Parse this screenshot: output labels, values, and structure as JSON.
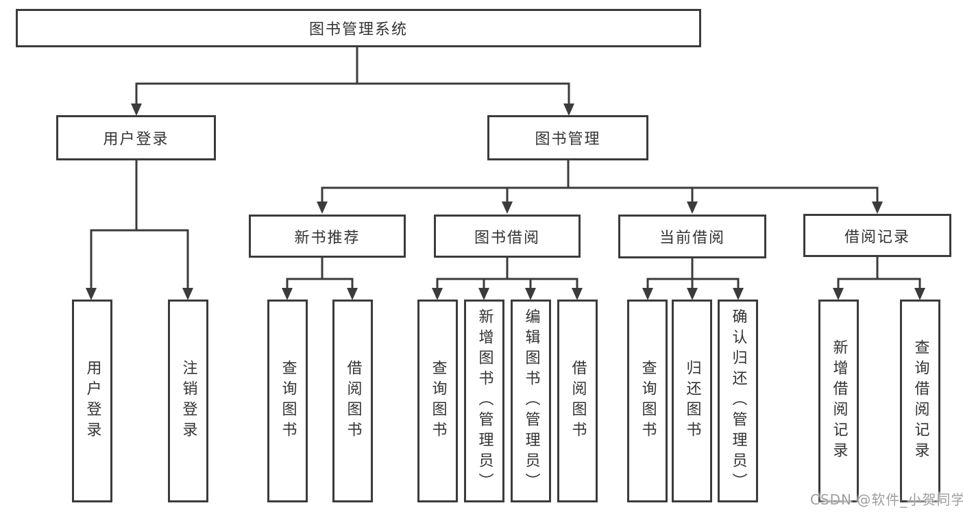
{
  "colors": {
    "line": "#3b3b3b",
    "text": "#333333",
    "watermark": "#9e9e9e",
    "background": "#ffffff"
  },
  "watermark": {
    "text": "CSDN @软件_小贺同学"
  },
  "tree": {
    "label": "图书管理系统",
    "children": [
      {
        "label": "用户登录",
        "children": [
          {
            "label": "用户登录"
          },
          {
            "label": "注销登录"
          }
        ]
      },
      {
        "label": "图书管理",
        "children": [
          {
            "label": "新书推荐",
            "children": [
              {
                "label": "查询图书"
              },
              {
                "label": "借阅图书"
              }
            ]
          },
          {
            "label": "图书借阅",
            "children": [
              {
                "label": "查询图书"
              },
              {
                "label": "新增图书（管理员）"
              },
              {
                "label": "编辑图书（管理员）"
              },
              {
                "label": "借阅图书"
              }
            ]
          },
          {
            "label": "当前借阅",
            "children": [
              {
                "label": "查询图书"
              },
              {
                "label": "归还图书"
              },
              {
                "label": "确认归还（管理员）"
              }
            ]
          },
          {
            "label": "借阅记录",
            "children": [
              {
                "label": "新增借阅记录"
              },
              {
                "label": "查询借阅记录"
              }
            ]
          }
        ]
      }
    ]
  }
}
